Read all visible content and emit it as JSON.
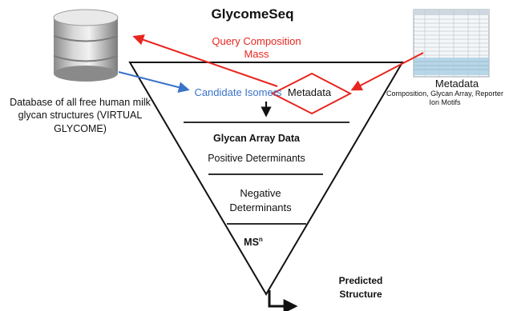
{
  "title": "GlycomeSeq",
  "database": {
    "label": "Database of all free human milk glycan structures (VIRTUAL GLYCOME)"
  },
  "query": {
    "line1": "Query Composition",
    "line2": "Mass"
  },
  "candidate_label": "Candidate Isomers",
  "metadata_box_label": "Metadata",
  "metadata_thumb": {
    "title": "Metadata",
    "subtitle": "Composition, Glycan Array, Reporter Ion Motifs"
  },
  "glycan_array": {
    "title": "Glycan Array Data",
    "positive": "Positive Determinants"
  },
  "negative": {
    "line1": "Negative",
    "line2": "Determinants"
  },
  "ms": {
    "base": "MS",
    "sup": "n"
  },
  "predicted": {
    "line1": "Predicted",
    "line2": "Structure"
  },
  "colors": {
    "red": "#e8261f",
    "blue": "#3a73c8",
    "dark": "#111111"
  }
}
